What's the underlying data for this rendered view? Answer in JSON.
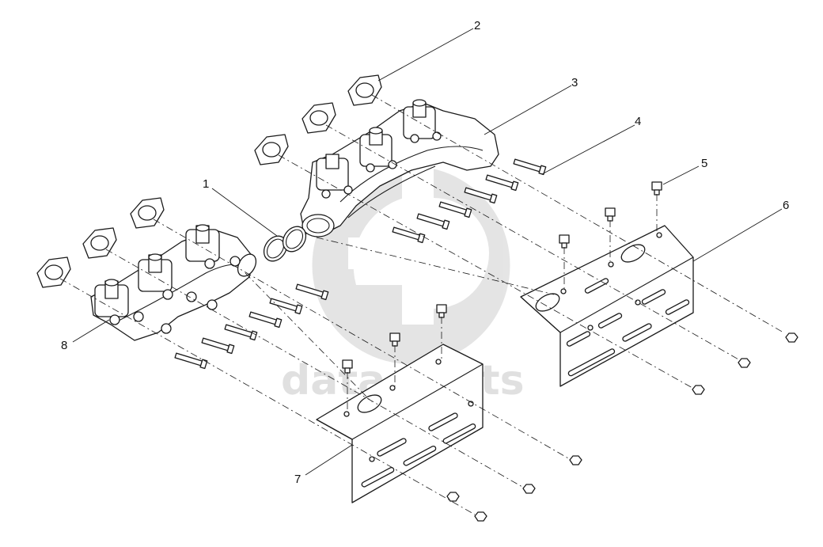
{
  "watermark": {
    "text": "data-parts",
    "color": "#d0d0d0"
  },
  "callouts": [
    {
      "label": "1"
    },
    {
      "label": "2"
    },
    {
      "label": "3"
    },
    {
      "label": "4"
    },
    {
      "label": "5"
    },
    {
      "label": "6"
    },
    {
      "label": "7"
    },
    {
      "label": "8"
    }
  ],
  "colors": {
    "line": "#1a1a1a",
    "background": "#ffffff"
  }
}
